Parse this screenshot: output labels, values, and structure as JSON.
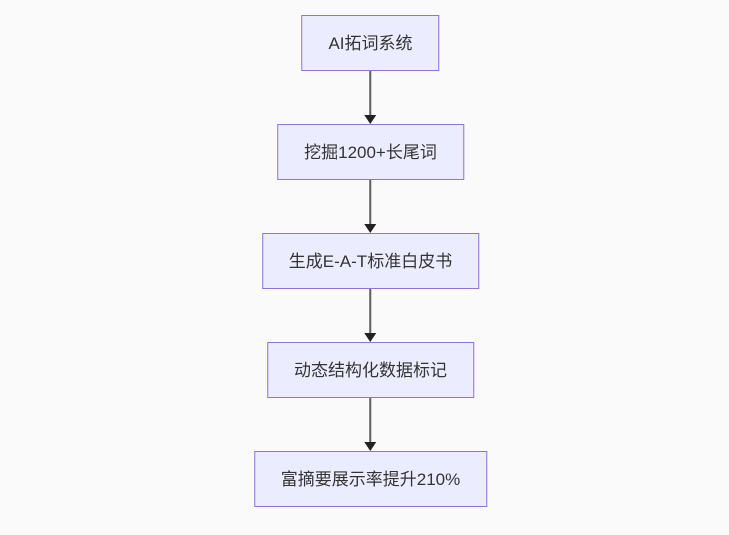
{
  "diagram": {
    "type": "flowchart",
    "direction": "top-down",
    "nodes": [
      {
        "id": "node-1",
        "label": "AI拓词系统"
      },
      {
        "id": "node-2",
        "label": "挖掘1200+长尾词"
      },
      {
        "id": "node-3",
        "label": "生成E-A-T标准白皮书"
      },
      {
        "id": "node-4",
        "label": "动态结构化数据标记"
      },
      {
        "id": "node-5",
        "label": "富摘要展示率提升210%"
      }
    ],
    "edges": [
      {
        "from": "node-1",
        "to": "node-2",
        "style": "arrow-down"
      },
      {
        "from": "node-2",
        "to": "node-3",
        "style": "arrow-down"
      },
      {
        "from": "node-3",
        "to": "node-4",
        "style": "arrow-down"
      },
      {
        "from": "node-4",
        "to": "node-5",
        "style": "arrow-down"
      }
    ],
    "colors": {
      "background": "#FAFAFA",
      "node_fill": "#ECECFF",
      "node_border": "#9370DB",
      "node_text": "#333333",
      "arrow_line": "#5E5E5E",
      "arrow_head": "#222222"
    }
  }
}
